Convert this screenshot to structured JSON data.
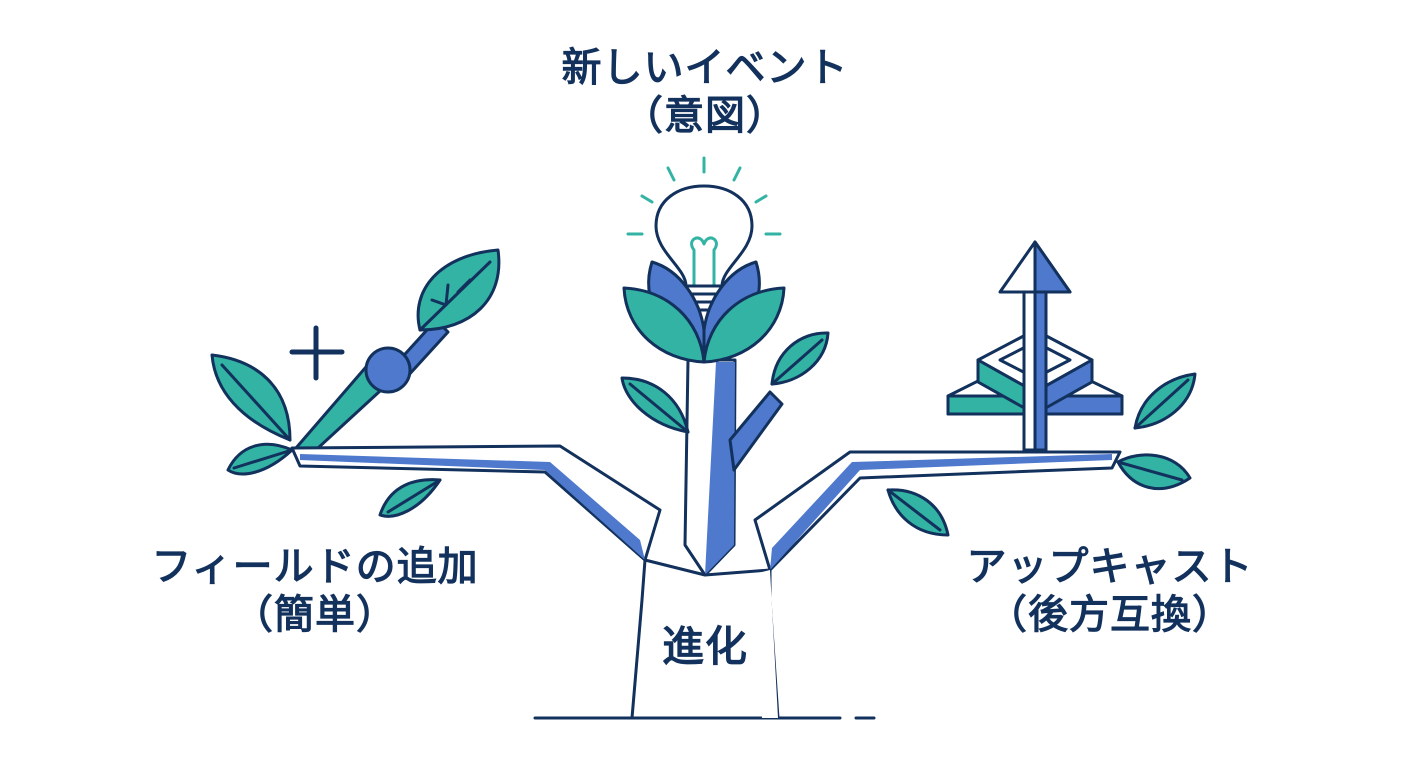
{
  "diagram": {
    "center": {
      "text": "進化",
      "icon": "tree-icon"
    },
    "branches": [
      {
        "id": "new-event",
        "line1": "新しいイベント",
        "line2": "（意図）",
        "icon": "lightbulb-icon"
      },
      {
        "id": "add-field",
        "line1": "フィールドの追加",
        "line2": "（簡単）",
        "icon": "plus-icon"
      },
      {
        "id": "upcast",
        "line1": "アップキャスト",
        "line2": "（後方互換）",
        "icon": "up-arrow-icon"
      }
    ]
  },
  "colors": {
    "outline": "#12315c",
    "blue": "#4e79cd",
    "teal": "#33b3a4",
    "text": "#12315c",
    "background": "#ffffff"
  }
}
